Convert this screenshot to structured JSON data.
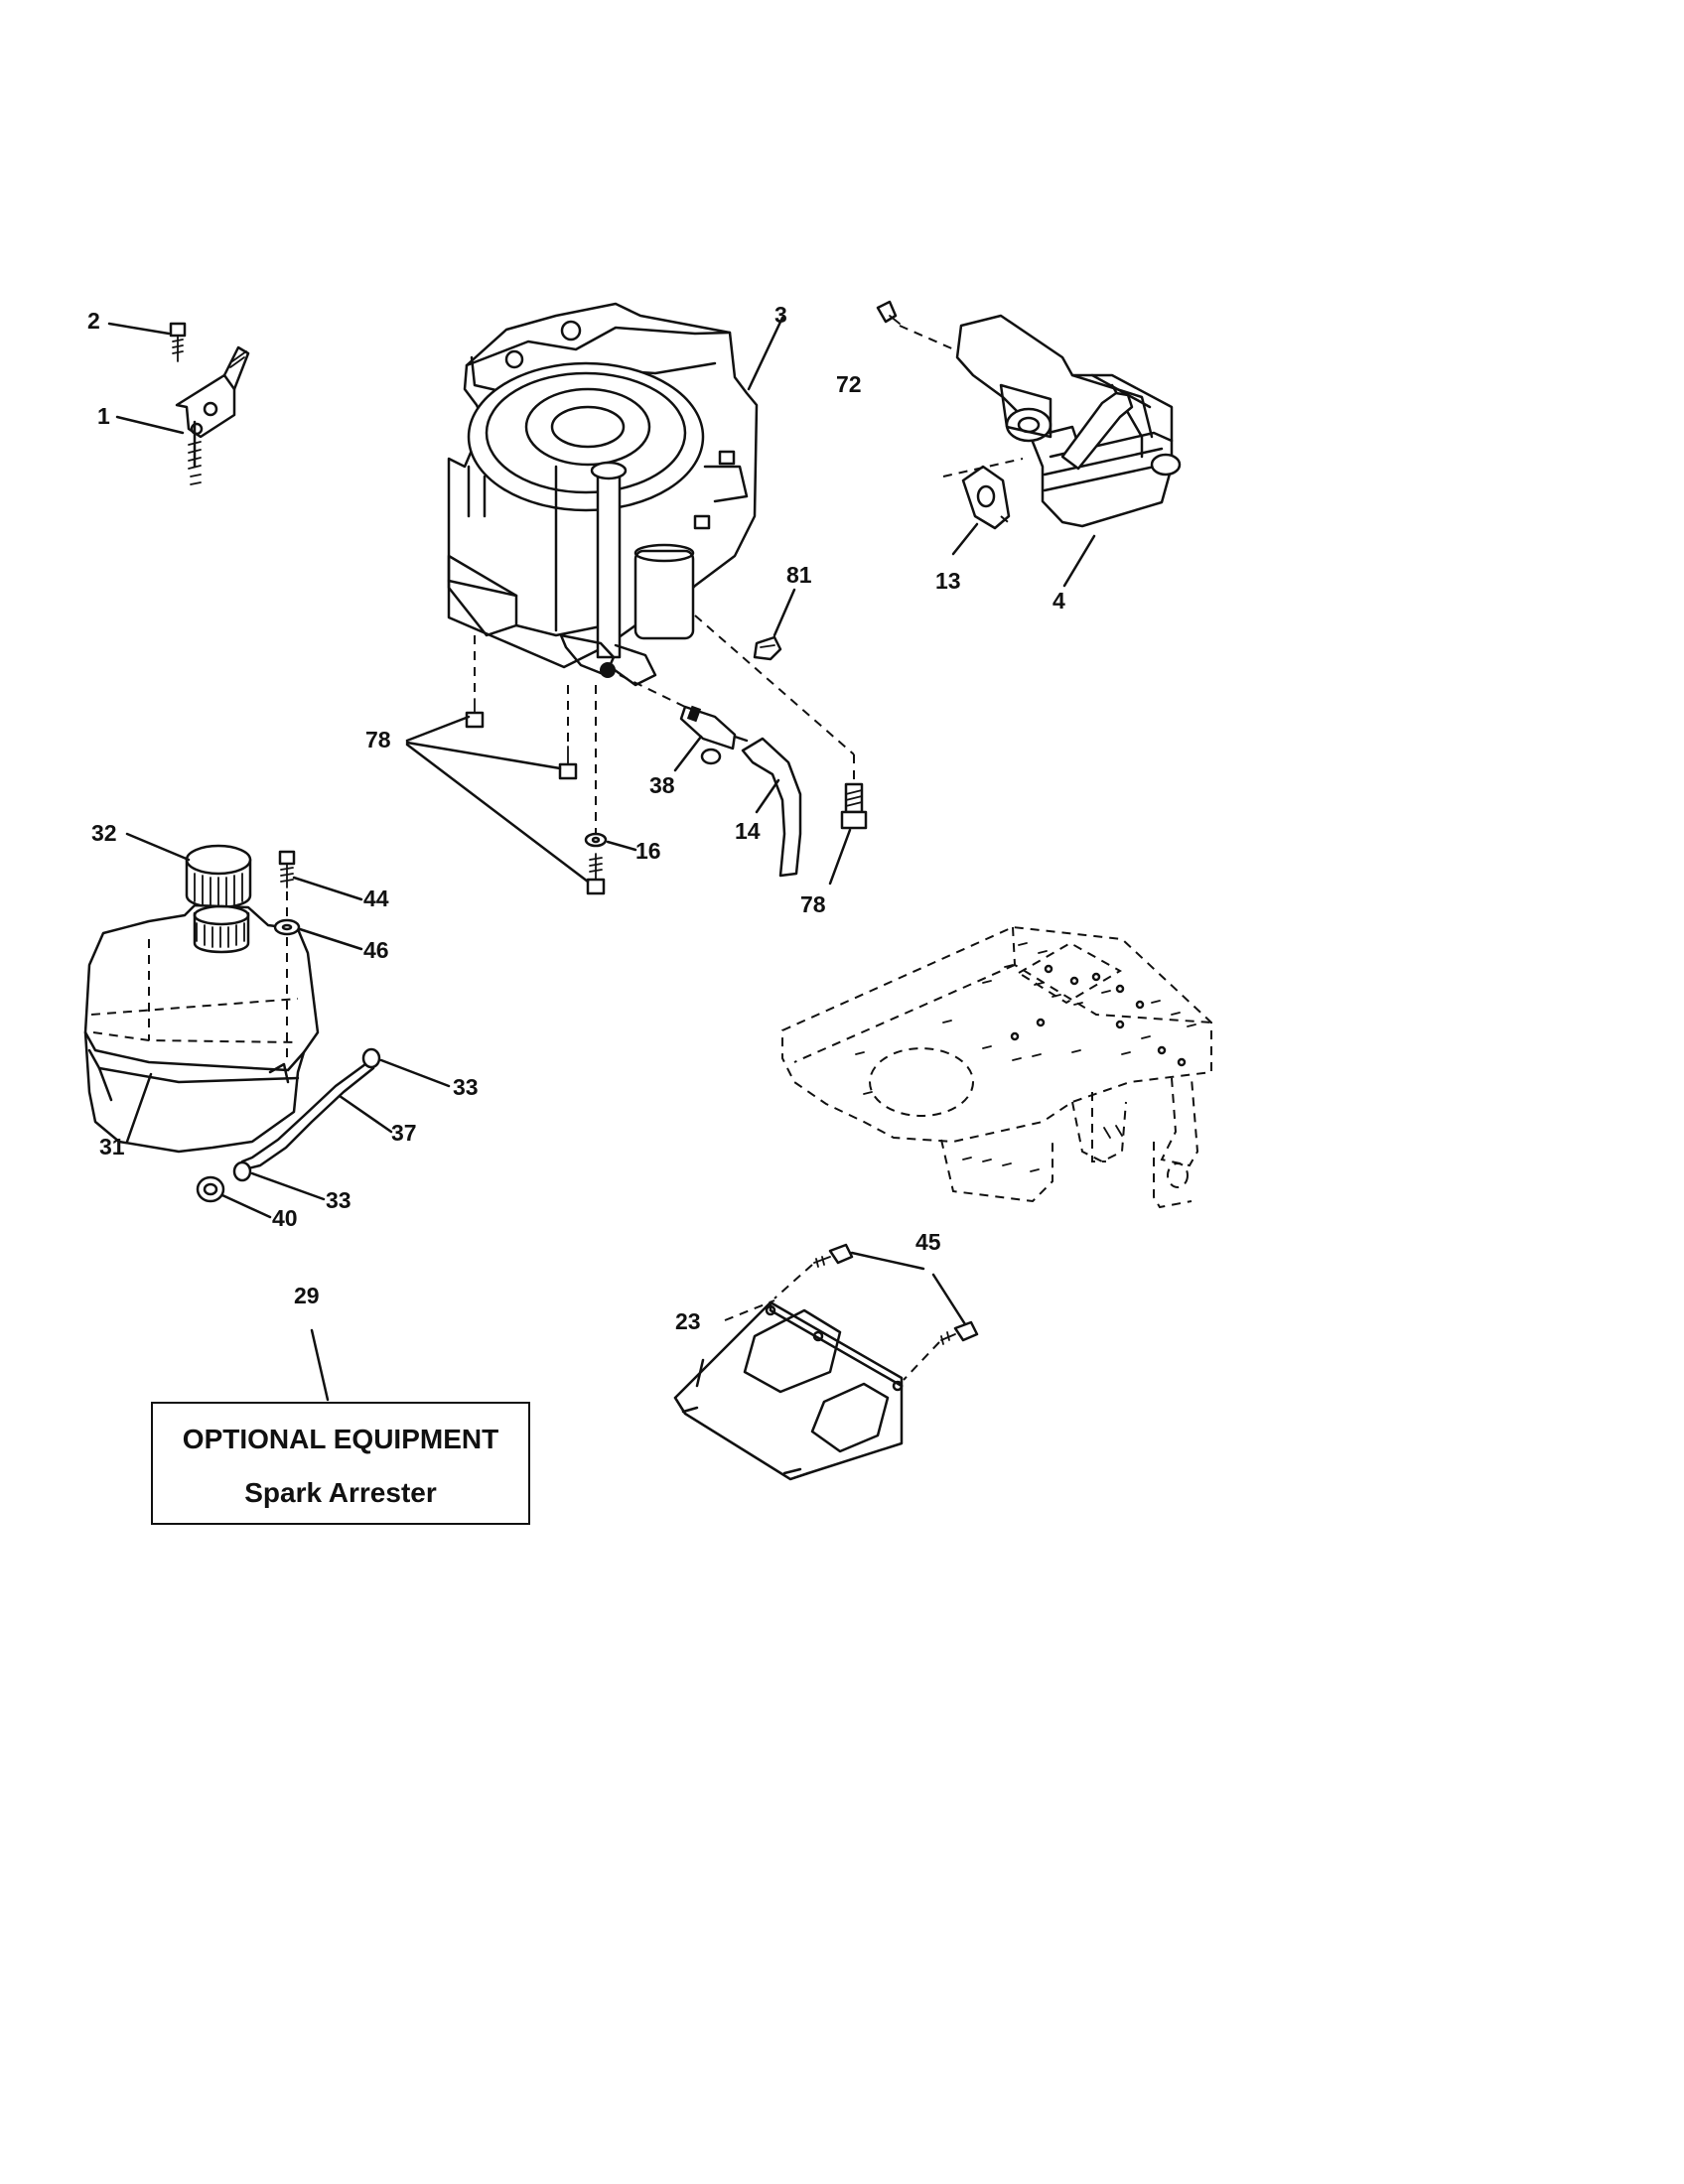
{
  "callouts": {
    "c1": "1",
    "c2": "2",
    "c3": "3",
    "c4": "4",
    "c13": "13",
    "c14": "14",
    "c16": "16",
    "c23": "23",
    "c29": "29",
    "c31": "31",
    "c32": "32",
    "c33a": "33",
    "c33b": "33",
    "c37": "37",
    "c38": "38",
    "c40": "40",
    "c44": "44",
    "c45": "45",
    "c46": "46",
    "c72": "72",
    "c78a": "78",
    "c78b": "78",
    "c81": "81"
  },
  "optional_box": {
    "title": "OPTIONAL EQUIPMENT",
    "subtitle": "Spark Arrester"
  }
}
